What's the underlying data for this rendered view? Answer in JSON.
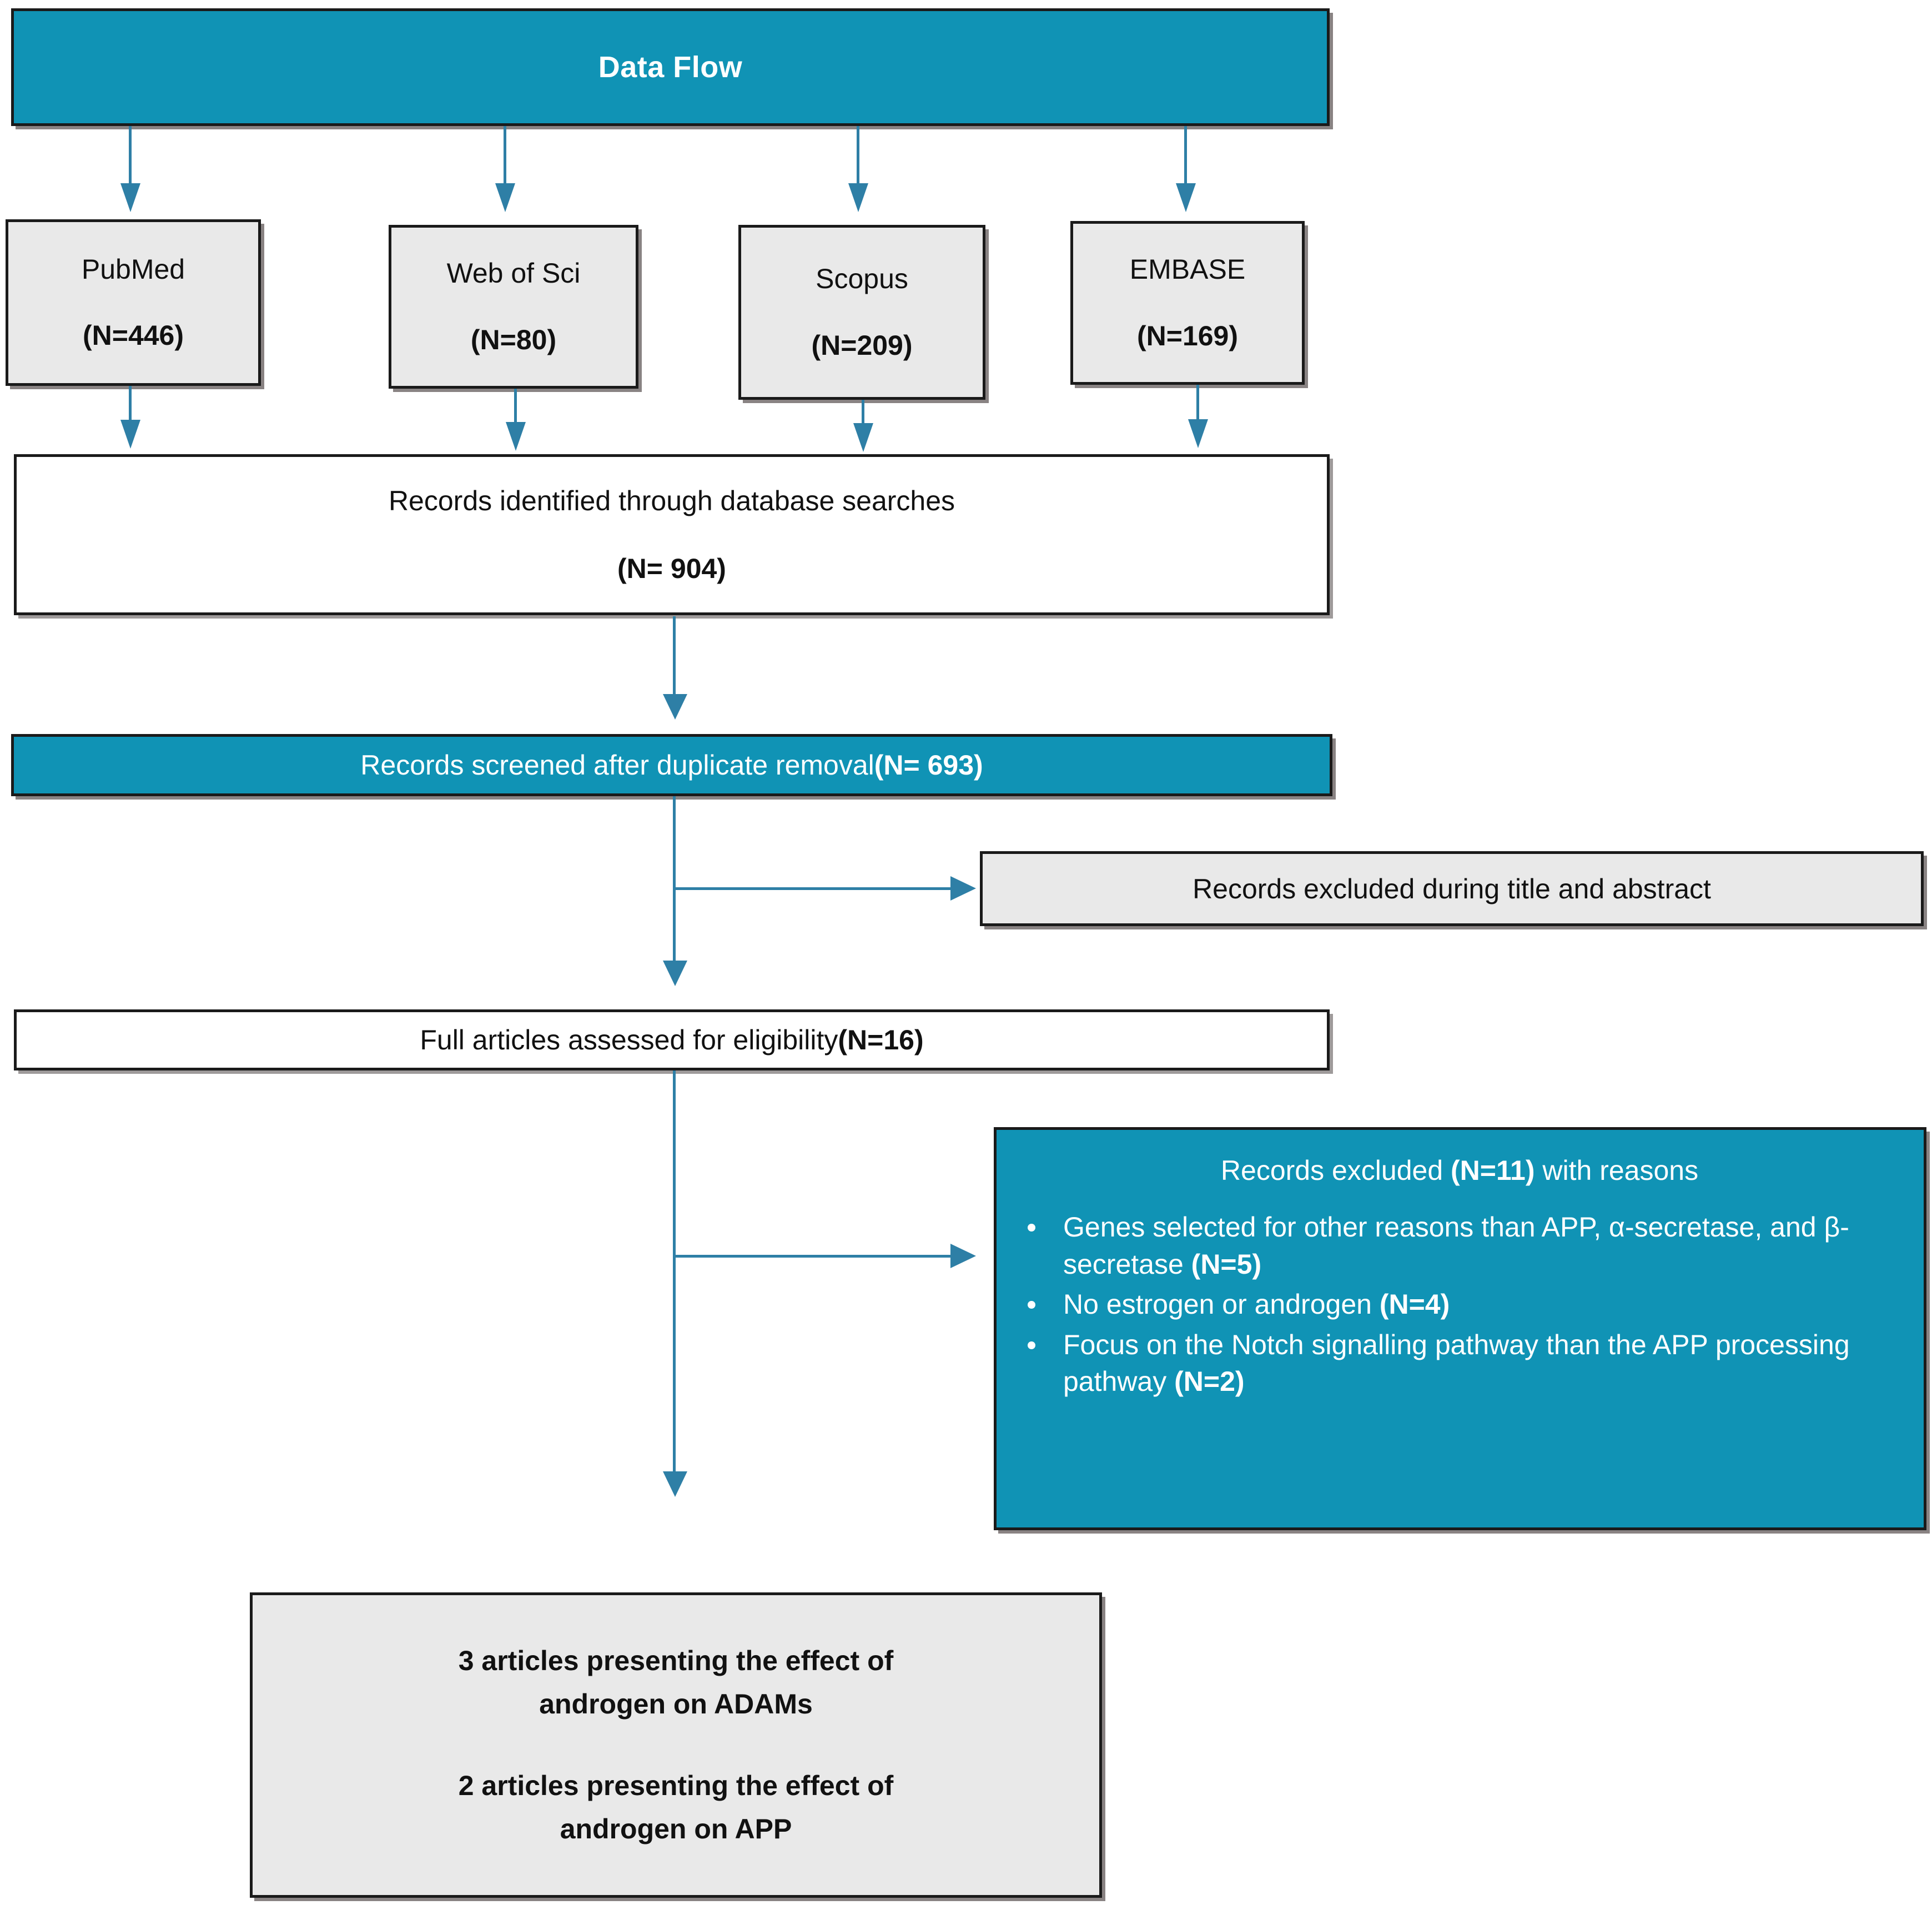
{
  "diagram": {
    "title": "Data Flow",
    "colors": {
      "teal": "#1093B5",
      "grey": "#E9E9E9",
      "arrow": "#2E7FA6",
      "border": "#1a1a1a"
    },
    "header": {
      "label": "Data Flow"
    },
    "sources": [
      {
        "name": "PubMed",
        "count": "(N=446)"
      },
      {
        "name": "Web of Sci",
        "count": "(N=80)"
      },
      {
        "name": "Scopus",
        "count": "(N=209)"
      },
      {
        "name": "EMBASE",
        "count": "(N=169)"
      }
    ],
    "identified": {
      "line1": "Records identified through database searches",
      "line2": "(N= 904)"
    },
    "screened": {
      "text": "Records screened after duplicate removal ",
      "count": "(N= 693)"
    },
    "excluded_title_abstract": {
      "label": "Records excluded during title and abstract"
    },
    "eligibility": {
      "text": "Full articles assessed for eligibility ",
      "count": "(N=16)"
    },
    "excluded_reasons": {
      "title_pre": "Records excluded ",
      "title_count": "(N=11)",
      "title_post": " with reasons",
      "items": [
        {
          "text": "Genes selected for other reasons than APP, α-secretase, and β-secretase ",
          "count": "(N=5)"
        },
        {
          "text": "No estrogen or androgen ",
          "count": "(N=4)"
        },
        {
          "text": "Focus on the Notch signalling pathway than the APP processing pathway ",
          "count": "(N=2)"
        }
      ]
    },
    "included": {
      "line1": "3 articles presenting the effect of",
      "line2": "androgen on ADAMs",
      "line3": "2 articles presenting the effect of",
      "line4": "androgen on APP"
    }
  }
}
